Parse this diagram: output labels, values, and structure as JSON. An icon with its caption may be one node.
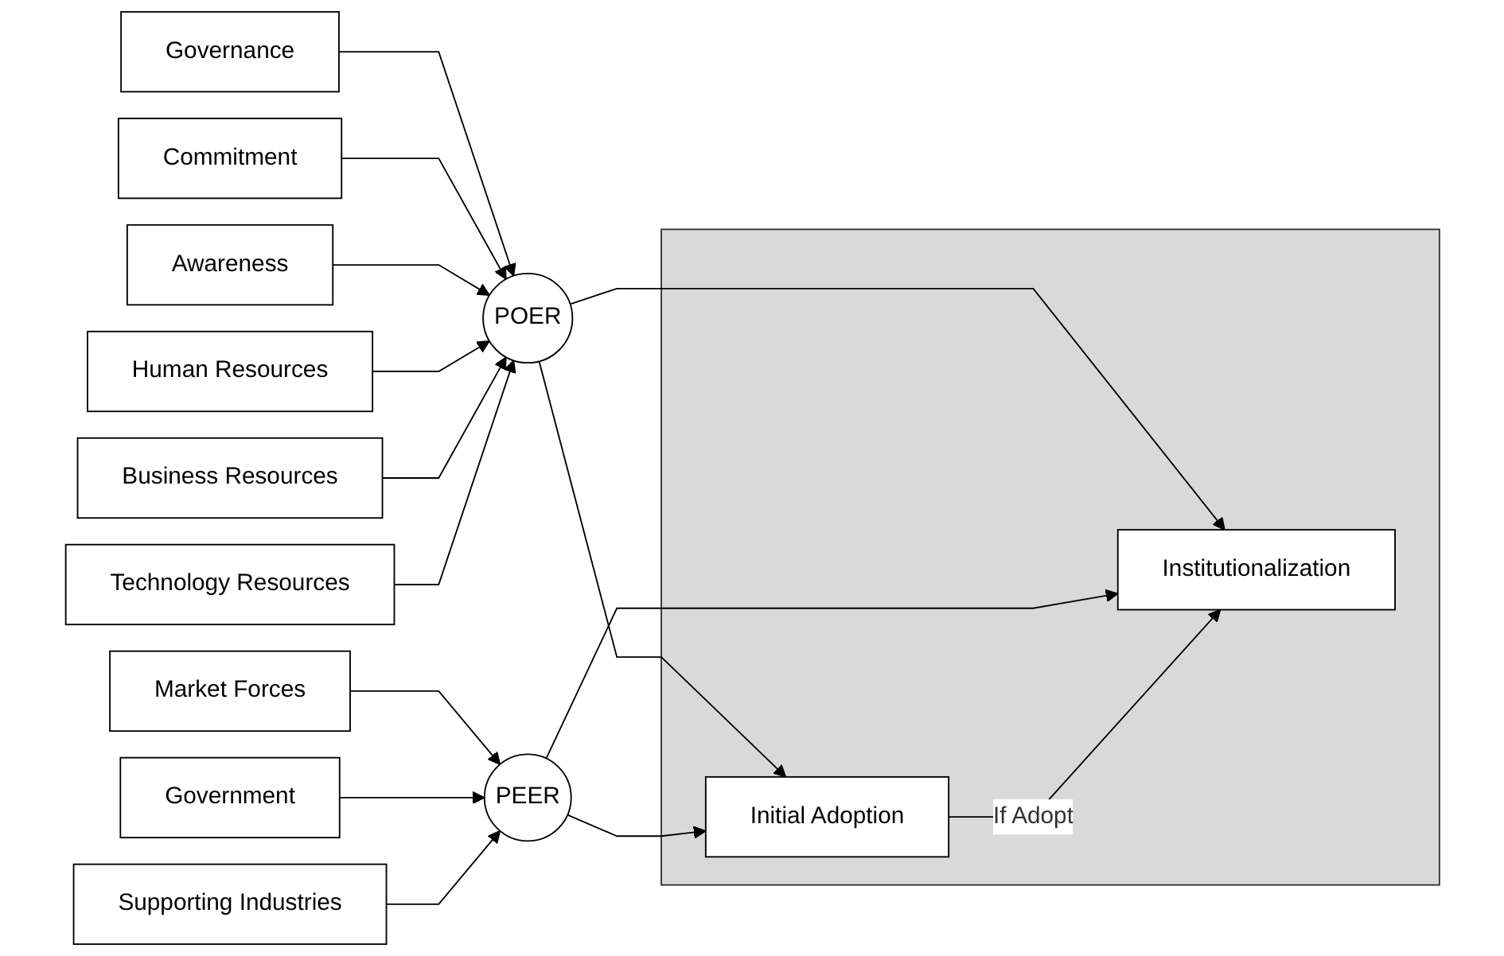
{
  "diagram": {
    "nodes": [
      {
        "text": [
          "Governance"
        ]
      },
      {
        "text": [
          "Commitment"
        ]
      },
      {
        "text": [
          "Awareness"
        ]
      },
      {
        "text": [
          "Human Resources"
        ]
      },
      {
        "text": [
          "Business Resources"
        ]
      },
      {
        "text": [
          "Technology Resources"
        ]
      },
      {
        "text": [
          "POER"
        ]
      },
      {
        "text": [],
        "shape": "box"
      },
      {
        "text": [
          "Initial Adoption"
        ],
        "in": 7
      },
      {
        "text": [
          "Institutionalization"
        ],
        "in": 7
      },
      {
        "text": [
          "PEER"
        ]
      },
      {
        "text": [
          "Market Forces"
        ]
      },
      {
        "text": [
          "Government"
        ]
      },
      {
        "text": [
          "Supporting Industries"
        ]
      }
    ],
    "edges": [
      {
        "from": 0,
        "to": 6,
        "arrow": "to"
      },
      {
        "from": 1,
        "to": 6,
        "arrow": "to"
      },
      {
        "from": 2,
        "to": 6,
        "arrow": "to"
      },
      {
        "from": 3,
        "to": 6,
        "arrow": "to"
      },
      {
        "from": 4,
        "to": 6,
        "arrow": "to"
      },
      {
        "from": 5,
        "to": 6,
        "arrow": "to"
      },
      {
        "from": 6,
        "to": 8,
        "arrow": "to"
      },
      {
        "from": 6,
        "to": 9,
        "arrow": "to"
      },
      {
        "from": 10,
        "to": 8,
        "arrow": "to"
      },
      {
        "from": 10,
        "to": 9,
        "arrow": "to"
      },
      {
        "from": 11,
        "to": 10,
        "arrow": "to"
      },
      {
        "from": 12,
        "to": 10,
        "arrow": "to"
      },
      {
        "from": 13,
        "to": 10,
        "arrow": "to"
      },
      {
        "from": 8,
        "to": 9,
        "arrow": "to",
        "label": "If Adopt"
      }
    ]
  }
}
